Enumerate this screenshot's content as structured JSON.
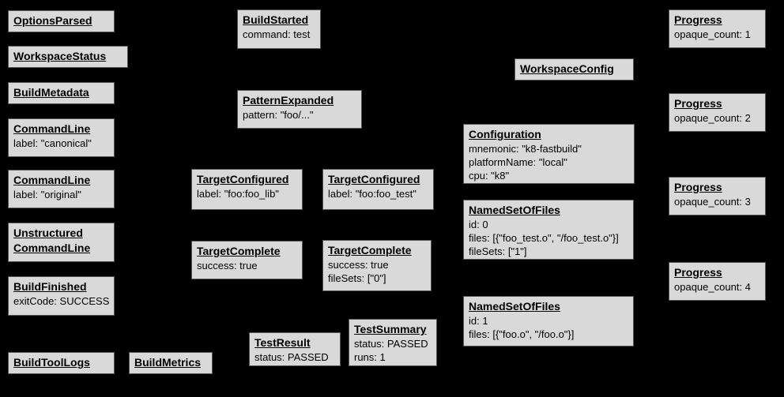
{
  "diagram": {
    "description": "Build event protocol graph of event boxes on black background",
    "colors": {
      "background": "#000000",
      "node_fill": "#d9d9d9",
      "node_border": "#555555",
      "node_text": "#000000"
    },
    "nodes": {
      "options_parsed": {
        "title": "OptionsParsed"
      },
      "workspace_status": {
        "title": "WorkspaceStatus"
      },
      "build_metadata": {
        "title": "BuildMetadata"
      },
      "command_line_canonical": {
        "title": "CommandLine",
        "line1": "label: \"canonical\""
      },
      "command_line_original": {
        "title": "CommandLine",
        "line1": "label: \"original\""
      },
      "unstructured_command_line": {
        "title": "Unstructured",
        "title2": "CommandLine"
      },
      "build_finished": {
        "title": "BuildFinished",
        "line1": "exitCode: SUCCESS"
      },
      "build_tool_logs": {
        "title": "BuildToolLogs"
      },
      "build_metrics": {
        "title": "BuildMetrics"
      },
      "build_started": {
        "title": "BuildStarted",
        "line1": "command: test"
      },
      "pattern_expanded": {
        "title": "PatternExpanded",
        "line1": "pattern: \"foo/...\""
      },
      "target_configured_lib": {
        "title": "TargetConfigured",
        "line1": "label: \"foo:foo_lib\""
      },
      "target_configured_test": {
        "title": "TargetConfigured",
        "line1": "label: \"foo:foo_test\""
      },
      "target_complete_lib": {
        "title": "TargetComplete",
        "line1": "success: true"
      },
      "target_complete_test": {
        "title": "TargetComplete",
        "line1": "success: true",
        "line2": "fileSets: [\"0\"]"
      },
      "test_result": {
        "title": "TestResult",
        "line1": "status: PASSED"
      },
      "test_summary": {
        "title": "TestSummary",
        "line1": "status: PASSED",
        "line2": "runs: 1"
      },
      "workspace_config": {
        "title": "WorkspaceConfig"
      },
      "configuration": {
        "title": "Configuration",
        "line1": "mnemonic: \"k8-fastbuild\"",
        "line2": "platformName: \"local\"",
        "line3": "cpu: \"k8\""
      },
      "named_set_of_files_0": {
        "title": "NamedSetOfFiles",
        "line1": "id: 0",
        "line2": "files: [{\"foo_test.o\", \"/foo_test.o\"}]",
        "line3": "fileSets: [\"1\"]"
      },
      "named_set_of_files_1": {
        "title": "NamedSetOfFiles",
        "line1": "id: 1",
        "line2": "files: [{\"foo.o\", \"/foo.o\"}]"
      },
      "progress_1": {
        "title": "Progress",
        "line1": "opaque_count: 1"
      },
      "progress_2": {
        "title": "Progress",
        "line1": "opaque_count: 2"
      },
      "progress_3": {
        "title": "Progress",
        "line1": "opaque_count: 3"
      },
      "progress_4": {
        "title": "Progress",
        "line1": "opaque_count: 4"
      }
    }
  }
}
